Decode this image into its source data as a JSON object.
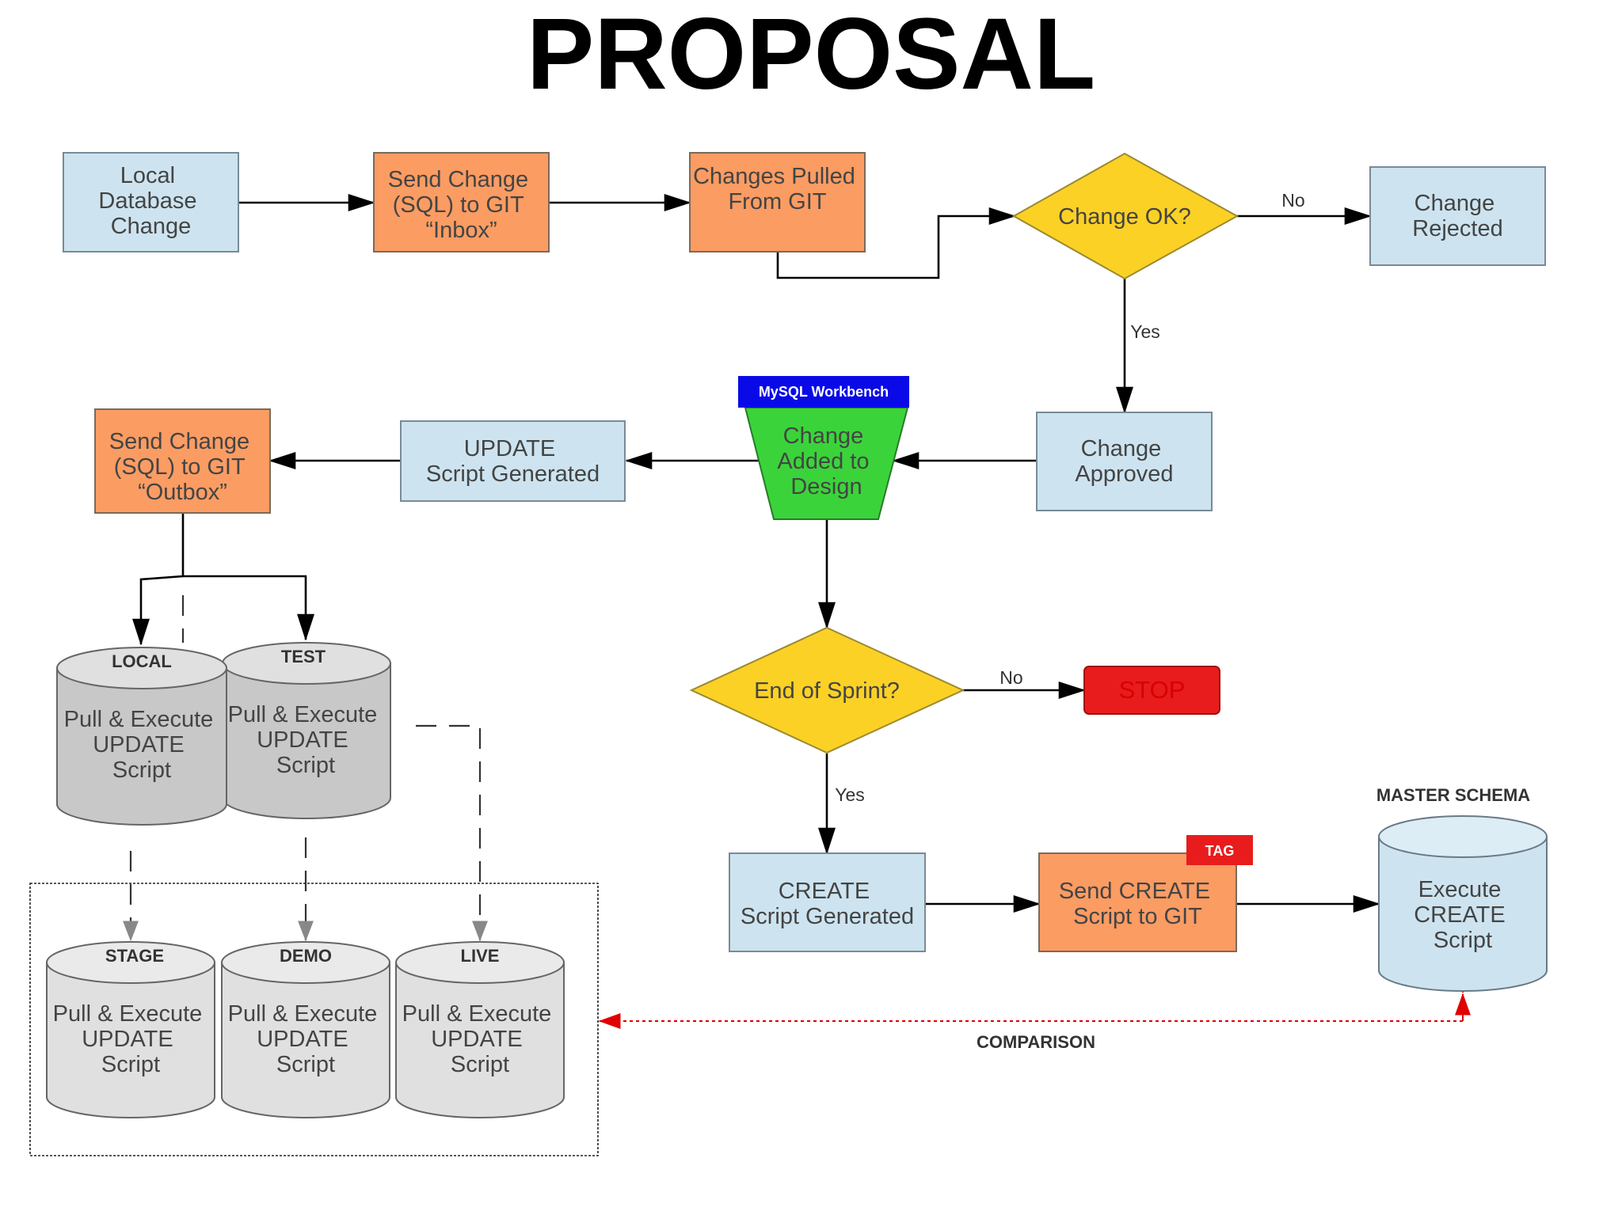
{
  "title": "PROPOSAL",
  "colors": {
    "box_blue": "#cde4f0",
    "box_orange": "#fb9c63",
    "diamond_yellow": "#fcd125",
    "funnel_green": "#3ad43a",
    "workbench_blue": "#0a0ae8",
    "stop_red": "#e81c1c",
    "cylinder_grey": "#c8c8c8",
    "cylinder_light": "#e0e0e0",
    "comparison_red": "#e00000"
  },
  "nodes": {
    "local_change": [
      "Local",
      "Database",
      "Change"
    ],
    "send_inbox": [
      "Send Change",
      "(SQL) to GIT",
      "“Inbox”"
    ],
    "pulled": [
      "Changes Pulled",
      "From GIT"
    ],
    "change_ok": [
      "Change OK?"
    ],
    "rejected": [
      "Change",
      "Rejected"
    ],
    "approved": [
      "Change",
      "Approved"
    ],
    "added_design": [
      "Change",
      "Added to",
      "Design"
    ],
    "workbench": "MySQL Workbench",
    "update_script": [
      "UPDATE",
      "Script Generated"
    ],
    "send_outbox": [
      "Send Change",
      "(SQL) to GIT",
      "“Outbox”"
    ],
    "end_sprint": [
      "End of Sprint?"
    ],
    "stop": [
      "STOP"
    ],
    "create_script": [
      "CREATE",
      "Script Generated"
    ],
    "send_create": [
      "Send CREATE",
      "Script to GIT"
    ],
    "tag": "TAG",
    "execute_create": [
      "Execute",
      "CREATE",
      "Script"
    ]
  },
  "databases": {
    "local": {
      "header": "LOCAL",
      "body": [
        "Pull & Execute",
        "UPDATE",
        "Script"
      ]
    },
    "test": {
      "header": "TEST",
      "body": [
        "Pull & Execute",
        "UPDATE",
        "Script"
      ]
    },
    "stage": {
      "header": "STAGE",
      "body": [
        "Pull & Execute",
        "UPDATE",
        "Script"
      ]
    },
    "demo": {
      "header": "DEMO",
      "body": [
        "Pull & Execute",
        "UPDATE",
        "Script"
      ]
    },
    "live": {
      "header": "LIVE",
      "body": [
        "Pull & Execute",
        "UPDATE",
        "Script"
      ]
    }
  },
  "edge_labels": {
    "no_ok": "No",
    "yes_ok": "Yes",
    "no_sprint": "No",
    "yes_sprint": "Yes"
  },
  "master_schema_label": "MASTER SCHEMA",
  "comparison_label": "COMPARISON"
}
